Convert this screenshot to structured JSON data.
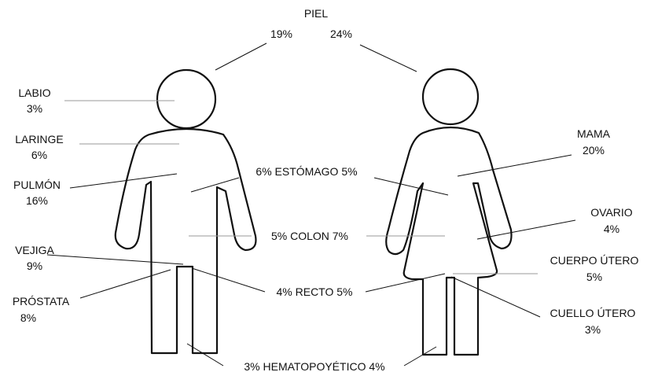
{
  "top": {
    "title": "PIEL",
    "male_pct": "19%",
    "female_pct": "24%"
  },
  "male_labels": {
    "labio": [
      "LABIO",
      "3%"
    ],
    "laringe": [
      "LARINGE",
      "6%"
    ],
    "pulmon": [
      "PULMÓN",
      "16%"
    ],
    "vejiga": [
      "VEJIGA",
      "9%"
    ],
    "prostata": [
      "PRÓSTATA",
      "8%"
    ]
  },
  "female_labels": {
    "mama": [
      "MAMA",
      "20%"
    ],
    "ovario": [
      "OVARIO",
      "4%"
    ],
    "cuerpo_utero": [
      "CUERPO ÚTERO",
      "5%"
    ],
    "cuello_utero": [
      "CUELLO ÚTERO",
      "3%"
    ]
  },
  "center_labels": {
    "estomago": "6% ESTÓMAGO 5%",
    "colon": "5% COLON 7%",
    "recto": "4% RECTO 5%",
    "hematopoyetico": "3% HEMATOPOYÉTICO 4%"
  }
}
